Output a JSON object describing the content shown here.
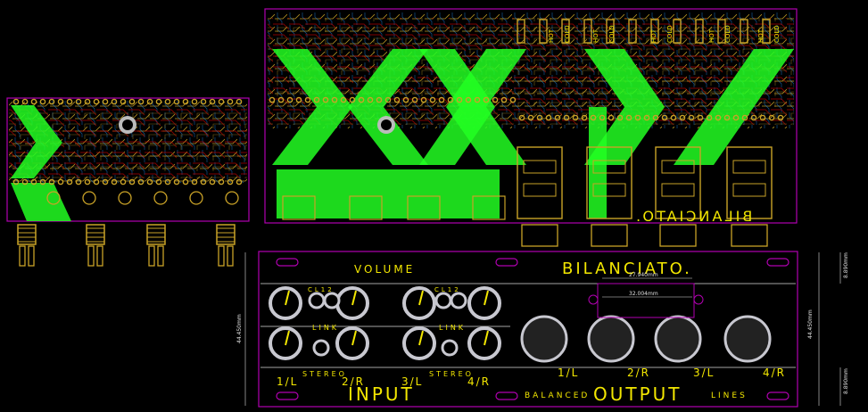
{
  "panel": {
    "brand": "BILANCIATO.",
    "volume": "VOLUME",
    "input": "INPUT",
    "output": "OUTPUT",
    "balanced": "BALANCED",
    "lines": "LINES",
    "link_1": "LINK",
    "link_2": "LINK",
    "stereo_1": "STEREO",
    "stereo_2": "STEREO",
    "cl_1": "CL12",
    "cl_2": "CL12",
    "in_labels": [
      "1/L",
      "2/R",
      "3/L",
      "4/R"
    ],
    "out_labels": [
      "1/L",
      "2/R",
      "3/L",
      "4/R"
    ]
  },
  "pcb": {
    "mirror_brand": "BILANCIATO.",
    "hot": "HOT",
    "cold": "COLD"
  },
  "dimensions": {
    "width_27": "27.940mm",
    "width_32": "32.004mm",
    "height_8": "8.890mm",
    "height_44": "44.450mm",
    "height_8b": "8.890mm",
    "left_44": "44.450mm"
  },
  "colors": {
    "board_edge": "#b000b0",
    "silkscreen": "#f2e600",
    "copper_top": "#d40000",
    "copper_bottom": "#1e90ff",
    "highlight": "#22ff22",
    "pad": "#c9a227",
    "knob": "#c8c8d0"
  }
}
